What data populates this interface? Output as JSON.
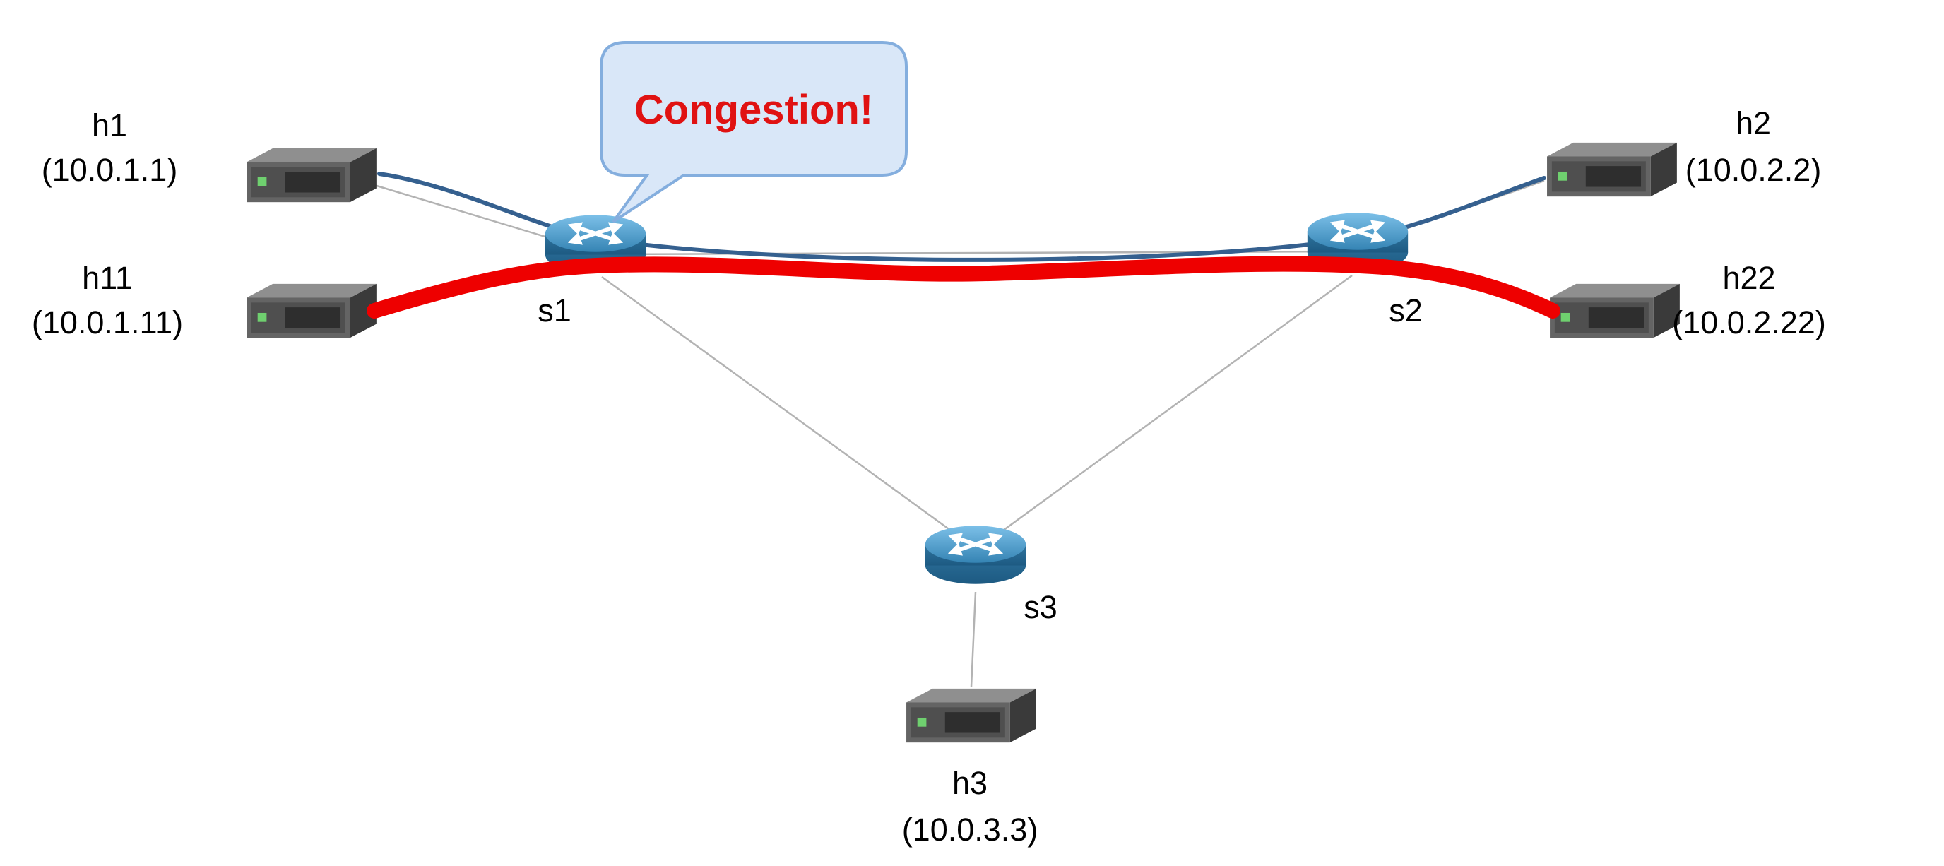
{
  "diagram": {
    "callout": {
      "text": "Congestion!"
    },
    "nodes": {
      "h1": {
        "name": "h1",
        "ip": "(10.0.1.1)",
        "kind": "host",
        "icon": "server-icon"
      },
      "h11": {
        "name": "h11",
        "ip": "(10.0.1.11)",
        "kind": "host",
        "icon": "server-icon"
      },
      "h2": {
        "name": "h2",
        "ip": "(10.0.2.2)",
        "kind": "host",
        "icon": "server-icon"
      },
      "h22": {
        "name": "h22",
        "ip": "(10.0.2.22)",
        "kind": "host",
        "icon": "server-icon"
      },
      "h3": {
        "name": "h3",
        "ip": "(10.0.3.3)",
        "kind": "host",
        "icon": "server-icon"
      },
      "s1": {
        "name": "s1",
        "kind": "switch",
        "icon": "router-icon"
      },
      "s2": {
        "name": "s2",
        "kind": "switch",
        "icon": "router-icon"
      },
      "s3": {
        "name": "s3",
        "kind": "switch",
        "icon": "router-icon"
      }
    },
    "links": [
      {
        "from": "h1",
        "to": "s1"
      },
      {
        "from": "h11",
        "to": "s1"
      },
      {
        "from": "s1",
        "to": "s2"
      },
      {
        "from": "s1",
        "to": "s3"
      },
      {
        "from": "s2",
        "to": "s3"
      },
      {
        "from": "s2",
        "to": "h2"
      },
      {
        "from": "s2",
        "to": "h22"
      },
      {
        "from": "s3",
        "to": "h3"
      }
    ],
    "flows": [
      {
        "name": "normal-flow",
        "path": [
          "h1",
          "s1",
          "s2",
          "h2"
        ],
        "color": "#35608f"
      },
      {
        "name": "congested-flow",
        "path": [
          "h11",
          "s1",
          "s2",
          "h22"
        ],
        "color": "#ee0000"
      }
    ],
    "colors": {
      "plain_link": "#b3b3b3",
      "normal_flow": "#35608f",
      "congested_flow": "#ee0000",
      "callout_fill": "#d9e7f8",
      "callout_border": "#84aede",
      "callout_text": "#e01212",
      "router_blue": "#3584b4",
      "server_gray": "#646464",
      "led_green": "#6fd06f",
      "label_text": "#000000"
    }
  }
}
